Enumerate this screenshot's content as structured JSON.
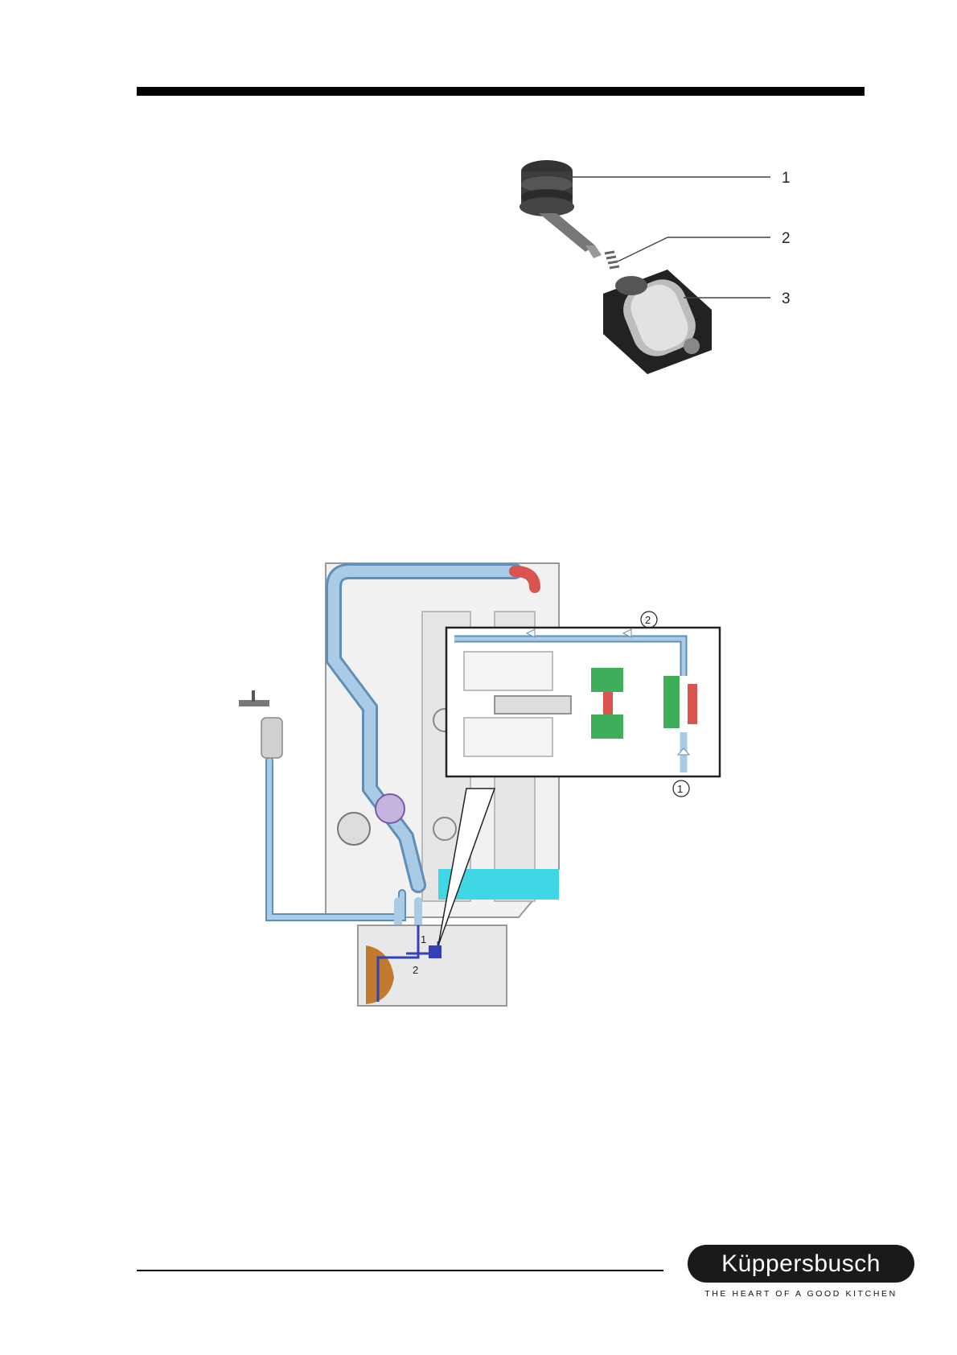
{
  "exploded_view": {
    "callouts": [
      "1",
      "2",
      "3"
    ]
  },
  "schematic": {
    "inset_callouts": [
      "2",
      "1"
    ],
    "body_callouts": [
      "1",
      "2"
    ]
  },
  "brand": {
    "name": "Küppersbusch",
    "tagline": "THE HEART OF A GOOD KITCHEN"
  },
  "colors": {
    "water": "#a9cbe6",
    "water_dark": "#5f8fb6",
    "hot": "#d9534f",
    "seal": "#3fae5a",
    "tank": "#3fd6e6",
    "flow": "#3340b8"
  }
}
